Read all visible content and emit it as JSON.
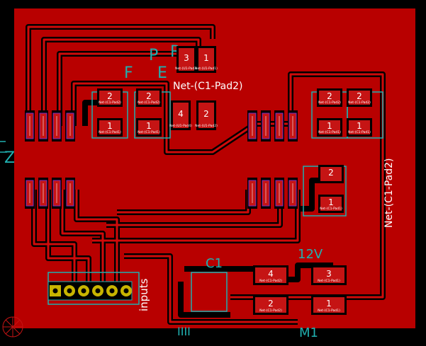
{
  "colors": {
    "background": "#000000",
    "copper": "#b80000",
    "copper_dark": "#8a0000",
    "pad": "#c51414",
    "silk": "#20b0b0",
    "pad_text": "#ffffff",
    "gold": "#c8b400",
    "via_ring": "#ffffff",
    "purple": "#7a2cc0"
  },
  "labels": {
    "net_top": "Net-(C1-Pad2)",
    "net_right": "Net-(C1-Pad2)",
    "connector_label": "inputs",
    "silk_c1": "C1",
    "silk_12v": "12V",
    "silk_m1": "M1",
    "silk_p": "P",
    "silk_f": "F",
    "silk_e": "E",
    "silk_r": "R",
    "silk_z": "Z",
    "silk_bottom_fragment": "IIII"
  },
  "pads": [
    {
      "id": "pad-top-3",
      "num": "3",
      "net": "Net-(U1-Pad3)"
    },
    {
      "id": "pad-top-1",
      "num": "1",
      "net": "Net-(U1-Pad1)"
    },
    {
      "id": "pad-mid-4",
      "num": "4",
      "net": "Net-(U1-Pad4)"
    },
    {
      "id": "pad-mid-2",
      "num": "2",
      "net": "Net-(U1-Pad2)"
    },
    {
      "id": "pad-l1-2",
      "num": "2",
      "net": "Net-(C1-Pad2)"
    },
    {
      "id": "pad-l1-1",
      "num": "1",
      "net": "Net-(C1-Pad1)"
    },
    {
      "id": "pad-l2-2",
      "num": "2",
      "net": "Net-(C1-Pad2)"
    },
    {
      "id": "pad-l2-1",
      "num": "1",
      "net": "Net-(C1-Pad1)"
    },
    {
      "id": "pad-r1-2",
      "num": "2",
      "net": "Net-(C1-Pad2)"
    },
    {
      "id": "pad-r1-1",
      "num": "1",
      "net": "Net-(C1-Pad1)"
    },
    {
      "id": "pad-r2-2",
      "num": "2",
      "net": "Net-(C1-Pad2)"
    },
    {
      "id": "pad-r2-1",
      "num": "1",
      "net": "Net-(C1-Pad1)"
    },
    {
      "id": "pad-rm-2",
      "num": "2",
      "net": ""
    },
    {
      "id": "pad-rm-1",
      "num": "1",
      "net": "Net-(C1-Pad1)"
    },
    {
      "id": "pad-br-4",
      "num": "4",
      "net": "Net-(C1-Pad2)"
    },
    {
      "id": "pad-br-3",
      "num": "3",
      "net": "Net-(C1-Pad1)"
    },
    {
      "id": "pad-br-2",
      "num": "2",
      "net": "Net-(C1-Pad2)"
    },
    {
      "id": "pad-br-1",
      "num": "1",
      "net": "Net-(C1-Pad1)"
    }
  ]
}
